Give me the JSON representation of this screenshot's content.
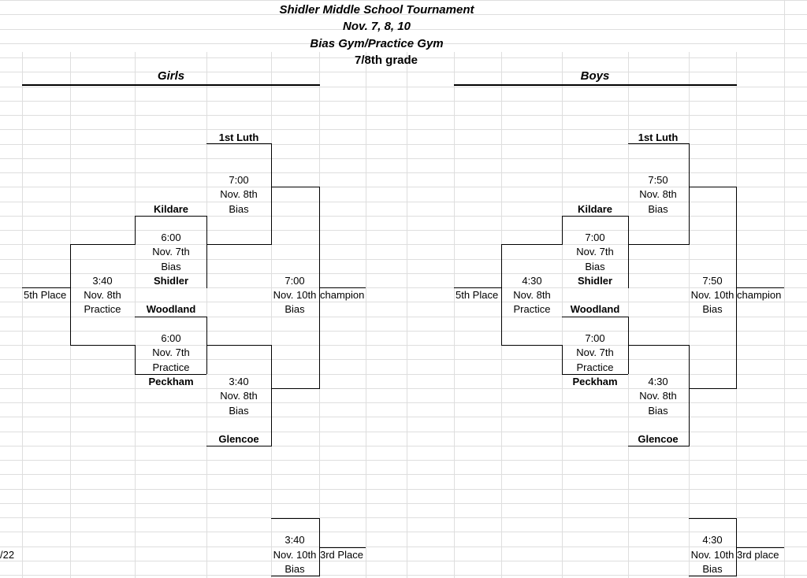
{
  "header": {
    "title": "Shidler Middle School Tournament",
    "dates": "Nov. 7, 8, 10",
    "venues": "Bias Gym/Practice Gym",
    "grade": "7/8th grade"
  },
  "footer_cell": "/22",
  "girls": {
    "label": "Girls",
    "teams": {
      "first_luth": "1st Luth",
      "kildare": "Kildare",
      "shidler": "Shidler",
      "woodland": "Woodland",
      "peckham": "Peckham",
      "glencoe": "Glencoe"
    },
    "games": {
      "g1": {
        "time": "6:00",
        "date": "Nov. 7th",
        "site": "Bias"
      },
      "g2": {
        "time": "6:00",
        "date": "Nov. 7th",
        "site": "Practice"
      },
      "g3": {
        "time": "7:00",
        "date": "Nov. 8th",
        "site": "Bias"
      },
      "g4": {
        "time": "3:40",
        "date": "Nov. 8th",
        "site": "Bias"
      },
      "g5": {
        "time": "3:40",
        "date": "Nov. 8th",
        "site": "Practice"
      },
      "final": {
        "time": "7:00",
        "date": "Nov. 10th",
        "site": "Bias"
      },
      "third": {
        "time": "3:40",
        "date": "Nov. 10th",
        "site": "Bias"
      }
    },
    "fifth_place": "5th Place",
    "champion": "champion",
    "third_place": "3rd Place"
  },
  "boys": {
    "label": "Boys",
    "teams": {
      "first_luth": "1st Luth",
      "kildare": "Kildare",
      "shidler": "Shidler",
      "woodland": "Woodland",
      "peckham": "Peckham",
      "glencoe": "Glencoe"
    },
    "games": {
      "g1": {
        "time": "7:00",
        "date": "Nov. 7th",
        "site": "Bias"
      },
      "g2": {
        "time": "7:00",
        "date": "Nov. 7th",
        "site": "Practice"
      },
      "g3": {
        "time": "7:50",
        "date": "Nov. 8th",
        "site": "Bias"
      },
      "g4": {
        "time": "4:30",
        "date": "Nov. 8th",
        "site": "Bias"
      },
      "g5": {
        "time": "4:30",
        "date": "Nov. 8th",
        "site": "Practice"
      },
      "final": {
        "time": "7:50",
        "date": "Nov. 10th",
        "site": "Bias"
      },
      "third": {
        "time": "4:30",
        "date": "Nov. 10th",
        "site": "Bias"
      }
    },
    "fifth_place": "5th Place",
    "champion": "champion",
    "third_place": "3rd place"
  }
}
